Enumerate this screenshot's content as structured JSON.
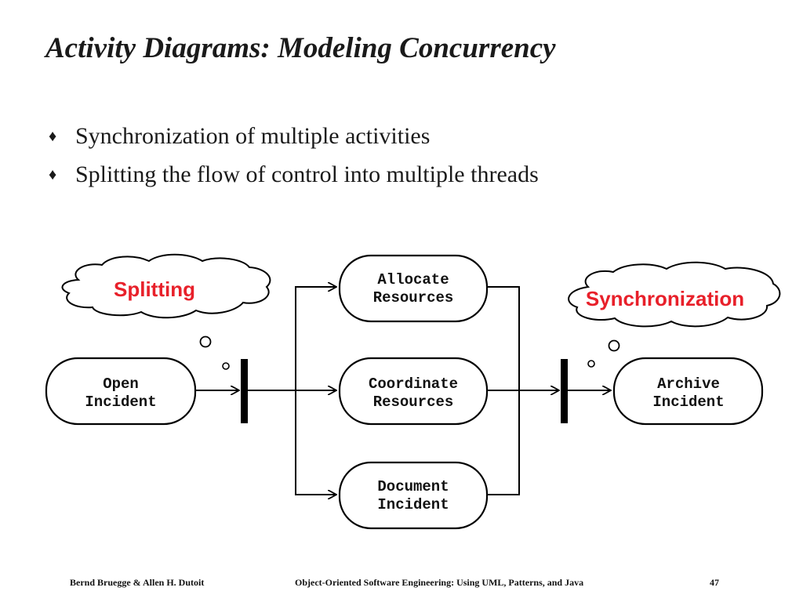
{
  "slide": {
    "title": "Activity Diagrams: Modeling Concurrency",
    "bullet_symbol": "♦",
    "bullets": [
      "Synchronization of multiple activities",
      "Splitting the flow of control into multiple threads"
    ]
  },
  "diagram": {
    "nodes": {
      "open_incident": [
        "Open",
        "Incident"
      ],
      "allocate_resources": [
        "Allocate",
        "Resources"
      ],
      "coordinate_resources": [
        "Coordinate",
        "Resources"
      ],
      "document_incident": [
        "Document",
        "Incident"
      ],
      "archive_incident": [
        "Archive",
        "Incident"
      ]
    },
    "notes": {
      "splitting": "Splitting",
      "synchronization": "Synchronization"
    },
    "colors": {
      "note_text": "#e8202a",
      "lines": "#000000"
    }
  },
  "footer": {
    "authors": "Bernd Bruegge & Allen H. Dutoit",
    "book": "Object-Oriented Software Engineering: Using UML, Patterns, and Java",
    "page": "47"
  }
}
